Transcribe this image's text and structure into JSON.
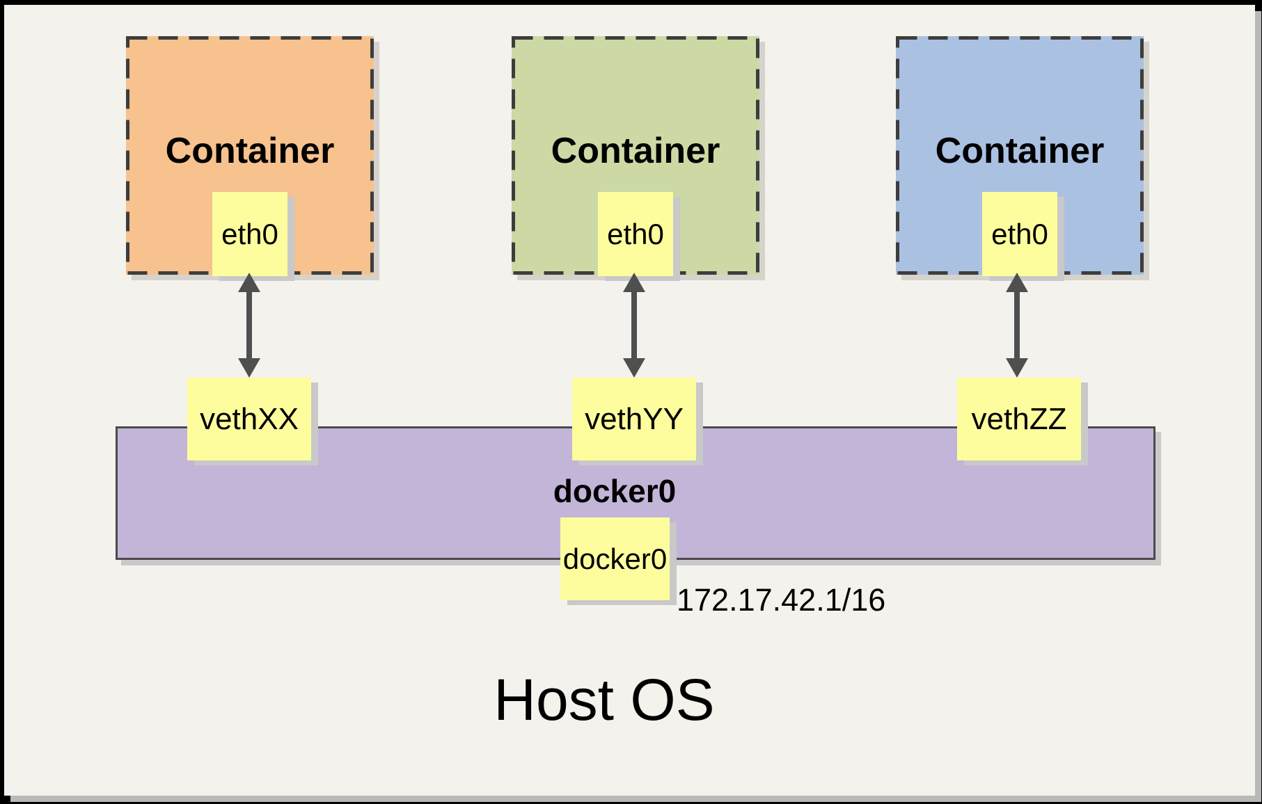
{
  "host": {
    "label": "Host OS"
  },
  "containers": [
    {
      "label": "Container",
      "fill": "#f7c28e",
      "interface": {
        "label": "eth0"
      },
      "veth": {
        "label": "vethXX"
      }
    },
    {
      "label": "Container",
      "fill": "#ccd9a4",
      "interface": {
        "label": "eth0"
      },
      "veth": {
        "label": "vethYY"
      }
    },
    {
      "label": "Container",
      "fill": "#abc1e1",
      "interface": {
        "label": "eth0"
      },
      "veth": {
        "label": "vethZZ"
      }
    }
  ],
  "bridge": {
    "label": "docker0",
    "fill": "#c3b5d7",
    "interface": {
      "label": "docker0"
    },
    "ip": "172.17.42.1/16"
  },
  "colors": {
    "page_background": "#f4f2ec",
    "note_fill": "#fdfd9e",
    "arrow": "#4f4f4f",
    "dashed_border": "#3d3d3d",
    "frame": "#000000"
  }
}
